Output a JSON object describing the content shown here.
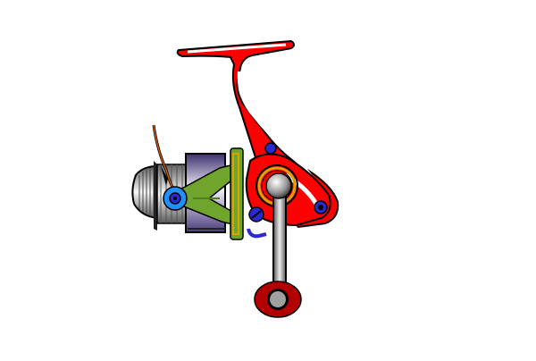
{
  "illustration": {
    "subject": "spinning-reel",
    "colors": {
      "body_red": "#ff0000",
      "outline": "#000000",
      "white_stripe": "#ffffff",
      "rotor_green": "#6fa52c",
      "rotor_green_dark": "#4f7d1a",
      "spool_purple": "#5a4a86",
      "spool_light": "#f2f0f8",
      "line_roller_blue": "#1e90ff",
      "screw_blue": "#2a2ad0",
      "gold_ring": "#d9a400",
      "handle_knob": "#b30000",
      "bail_wire": "#7a2a00"
    },
    "icons": [
      "reel-foot",
      "reel-body",
      "rotor",
      "spool",
      "drag-knob",
      "bail-wire",
      "line-roller",
      "crank-handle",
      "handle-knob",
      "anti-reverse-switch",
      "screw"
    ]
  }
}
